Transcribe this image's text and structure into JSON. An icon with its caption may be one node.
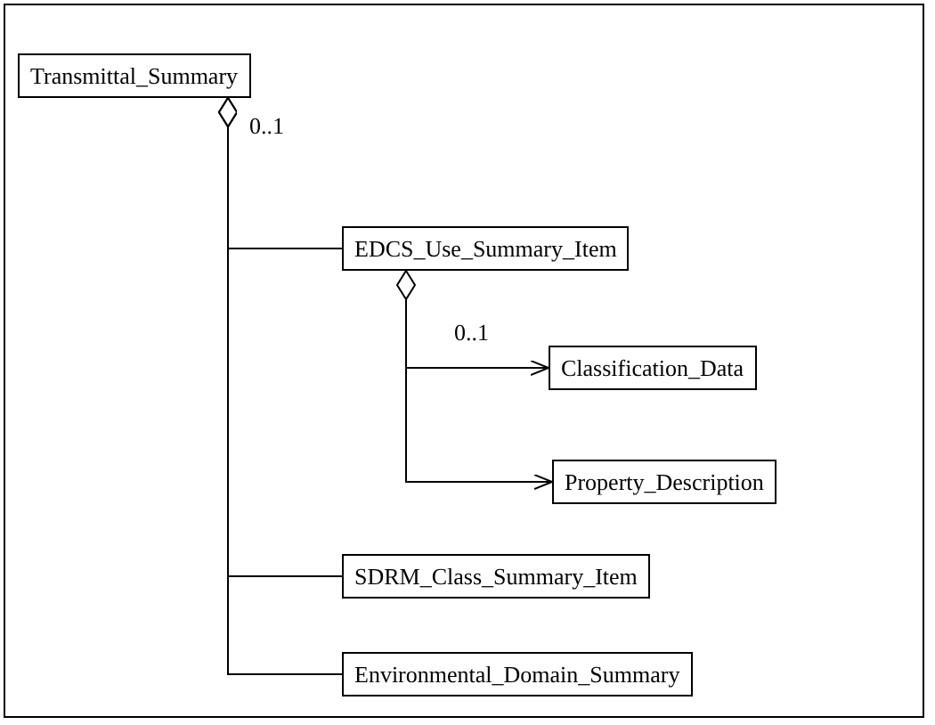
{
  "diagram": {
    "nodes": [
      {
        "text": [
          "Transmittal_Summary"
        ]
      },
      {
        "text": [
          "EDCS_Use_Summary_Item"
        ]
      },
      {
        "text": [
          "Classification_Data"
        ]
      },
      {
        "text": [
          "Property_Description"
        ]
      },
      {
        "text": [
          "SDRM_Class_Summary_Item"
        ]
      },
      {
        "text": [
          "Environmental_Domain_Summary"
        ]
      }
    ],
    "edges": [
      {
        "from": 0,
        "to": 1,
        "arrow": "other"
      },
      {
        "from": 0,
        "to": 4,
        "arrow": "other"
      },
      {
        "from": 0,
        "to": 5,
        "arrow": "other"
      },
      {
        "from": 1,
        "to": 2,
        "arrow": "to",
        "label": "0..1"
      },
      {
        "from": 1,
        "to": 3,
        "arrow": "to"
      }
    ],
    "labels": [
      "0..1"
    ]
  }
}
